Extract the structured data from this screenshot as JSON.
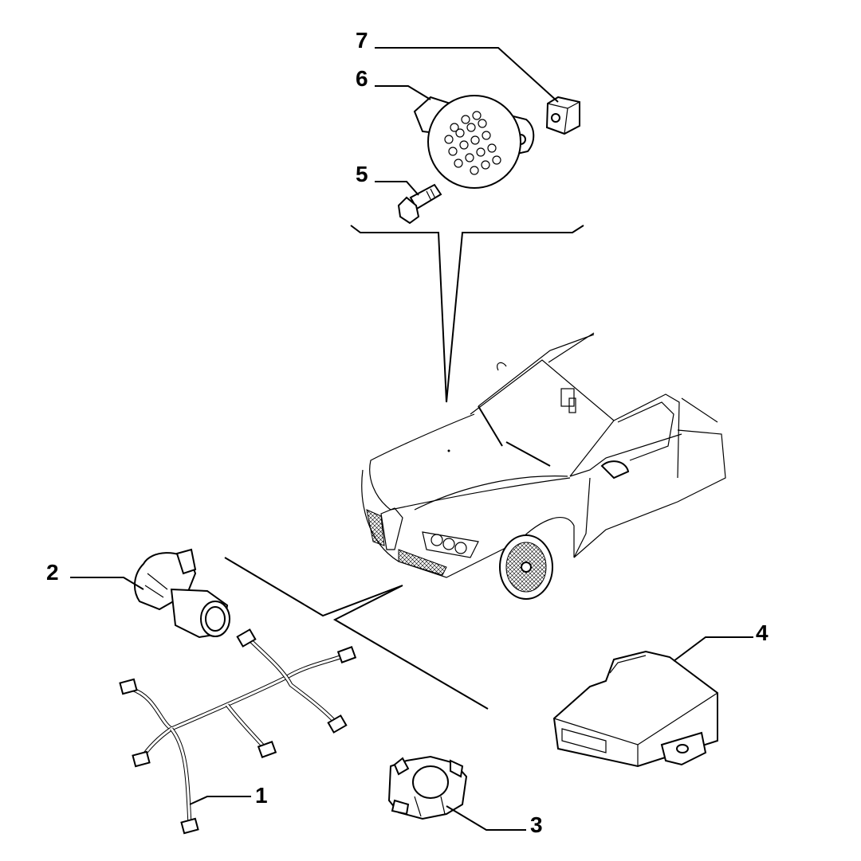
{
  "callouts": [
    {
      "id": "1",
      "label": "1"
    },
    {
      "id": "2",
      "label": "2"
    },
    {
      "id": "3",
      "label": "3"
    },
    {
      "id": "4",
      "label": "4"
    },
    {
      "id": "5",
      "label": "5"
    },
    {
      "id": "6",
      "label": "6"
    },
    {
      "id": "7",
      "label": "7"
    }
  ],
  "icons": {
    "car": "car-illustration",
    "harness": "wiring-harness-icon",
    "sensor": "parking-sensor-icon",
    "bracket": "sensor-bracket-icon",
    "module": "control-module-icon",
    "bolt": "bolt-icon",
    "buzzer": "buzzer-icon",
    "nut": "clip-nut-icon"
  }
}
